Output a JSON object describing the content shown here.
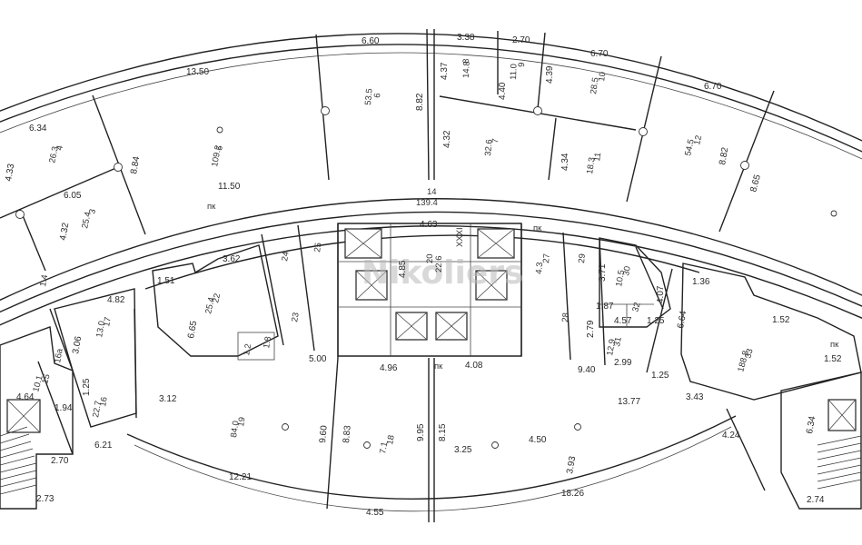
{
  "watermark": {
    "text": "Nikoliers"
  },
  "labels": {
    "d_6_60": "6.60",
    "d_3_38": "3.38",
    "d_2_70": "2.70",
    "d_6_70a": "6.70",
    "d_6_70b": "6.70",
    "d_13_50": "13.50",
    "d_6_34a": "6.34",
    "d_4_33": "4.33",
    "d_8_84": "8.84",
    "d_8_82a": "8.82",
    "d_4_37": "4.37",
    "d_4_40": "4.40",
    "d_4_39": "4.39",
    "d_4_32a": "4.32",
    "d_4_34": "4.34",
    "d_8_82b": "8.82",
    "d_8_65": "8.65",
    "d_6_05": "6.05",
    "d_4_32b": "4.32",
    "d_11_50": "11.50",
    "d_4_63": "4.63",
    "d_4_85": "4.85",
    "d_3_62": "3.62",
    "d_1_51": "1.51",
    "d_6_65": "6.65",
    "d_3_71": "3.71",
    "d_1_87": "1.87",
    "d_4_07": "4.07",
    "d_4_57": "4.57",
    "d_1_25a": "1.25",
    "d_2_79": "2.79",
    "d_2_99": "2.99",
    "d_6_64": "6.64",
    "d_1_36": "1.36",
    "d_1_52a": "1.52",
    "d_1_52b": "1.52",
    "d_4_82": "4.82",
    "d_3_06": "3.06",
    "d_5_00": "5.00",
    "d_4_96": "4.96",
    "d_4_08": "4.08",
    "d_9_40": "9.40",
    "d_1_25b": "1.25",
    "d_13_77": "13.77",
    "d_3_43": "3.43",
    "d_3_12": "3.12",
    "d_4_64": "4.64",
    "d_1_94": "1.94",
    "d_1_25c": "1.25",
    "d_9_60": "9.60",
    "d_8_83": "8.83",
    "d_9_95": "9.95",
    "d_8_15": "8.15",
    "d_3_25": "3.25",
    "d_4_50": "4.50",
    "d_3_93": "3.93",
    "d_4_24": "4.24",
    "d_6_34b": "6.34",
    "d_6_21": "6.21",
    "d_2_70b": "2.70",
    "d_12_21": "12.21",
    "d_4_55": "4.55",
    "d_18_26": "18.26",
    "d_2_73": "2.73",
    "d_2_74": "2.74",
    "pk1": "пк",
    "pk2": "пк",
    "pk3": "пк",
    "pk4": "пк",
    "roman": "XXXII",
    "r_14": "14",
    "r_14a": "139.4",
    "r_5": "5",
    "r_5a": "109.2",
    "r_6": "6",
    "r_6a": "53.5",
    "r_4": "4",
    "r_4a": "26.3",
    "r_3": "3",
    "r_3a": "25.4",
    "r_8": "8",
    "r_8a": "14.8",
    "r_9": "9",
    "r_9a": "11.0",
    "r_10": "10",
    "r_10a": "28.5",
    "r_7": "7",
    "r_7a": "32.6",
    "r_11": "11",
    "r_11a": "18.3",
    "r_12": "12",
    "r_12a": "54.5",
    "r_20": "20",
    "r_20a": "22.6",
    "r_24": "24",
    "r_25": "25",
    "r_23": "23",
    "r_27": "27",
    "r_27a": "4.3",
    "r_28": "28",
    "r_29": "29",
    "r_30": "30",
    "r_30a": "10.5",
    "r_31": "31",
    "r_31a": "12.9",
    "r_33": "33",
    "r_33a": "188.8",
    "r_32": "32",
    "r_22": "22",
    "r_22a": "25.4",
    "r_17": "17",
    "r_17a": "13.0",
    "r_16a": "16a",
    "r_15": "15",
    "r_15a": "10.1",
    "r_16": "16",
    "r_16b": "22.7",
    "r_19": "19",
    "r_19a": "84.0",
    "r_18": "18",
    "r_18a": "7.1",
    "r_1a": "1.2",
    "r_1b": "1.8",
    "r_1c": "1.4"
  }
}
